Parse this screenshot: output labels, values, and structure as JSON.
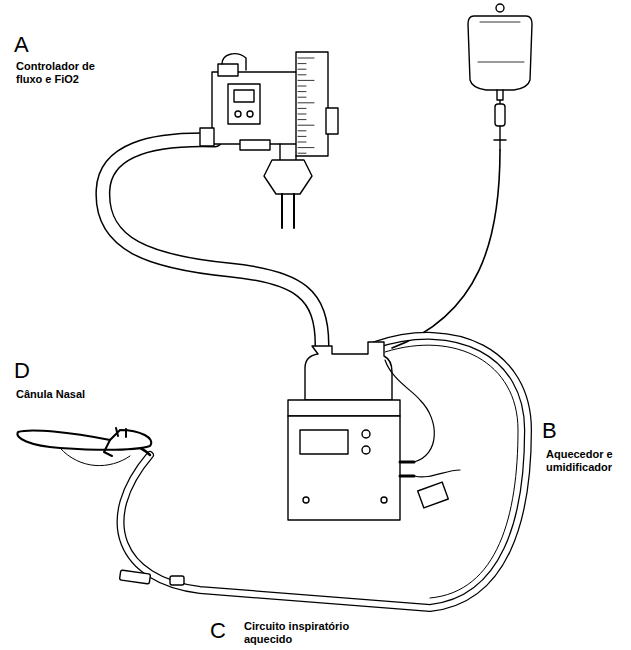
{
  "diagram": {
    "labels": [
      "A",
      "Controlador de fluxo e FiO2",
      "D",
      "Cânula Nasal",
      "B",
      "Aquecedor e umidificador",
      "C",
      "Circuito inspiratório aquecido"
    ]
  }
}
